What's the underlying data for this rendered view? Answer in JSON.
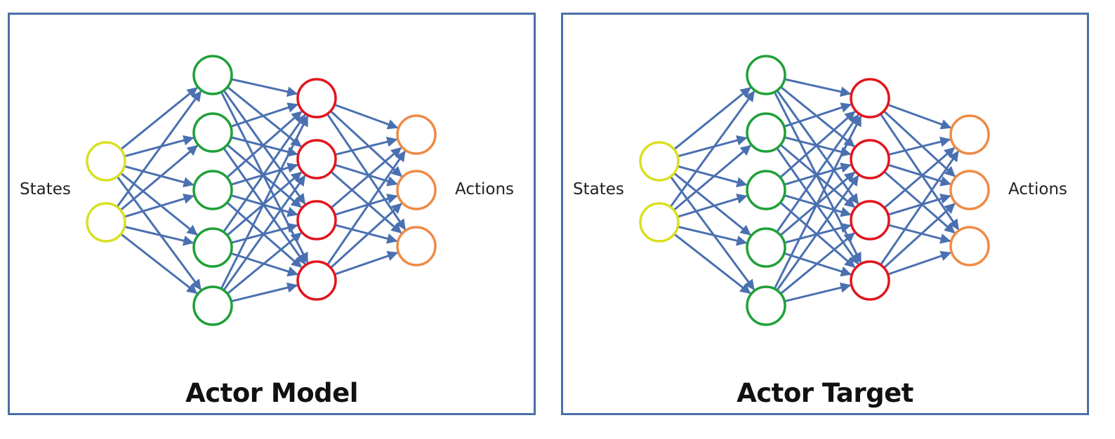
{
  "panels": [
    {
      "title": "Actor Model",
      "input_label": "States",
      "output_label": "Actions"
    },
    {
      "title": "Actor Target",
      "input_label": "States",
      "output_label": "Actions"
    }
  ],
  "network": {
    "layers": [
      {
        "role": "input",
        "nodes": 2,
        "color": "#d9e021"
      },
      {
        "role": "hidden-1",
        "nodes": 5,
        "color": "#1fa038"
      },
      {
        "role": "hidden-2",
        "nodes": 4,
        "color": "#e3141c"
      },
      {
        "role": "output",
        "nodes": 3,
        "color": "#ee8a45"
      }
    ],
    "edge_color": "#4a70b0",
    "connectivity": "fully-connected"
  },
  "colors": {
    "border": "#4a6fa8"
  }
}
